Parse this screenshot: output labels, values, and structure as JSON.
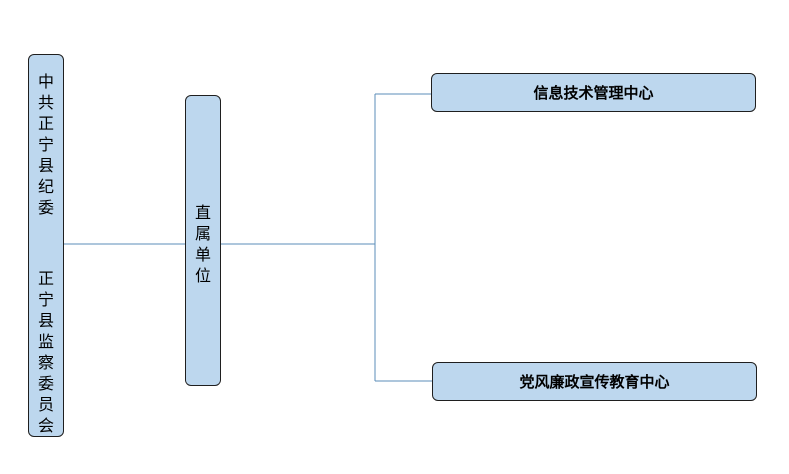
{
  "nodes": {
    "root": {
      "line1": "中共正宁县纪委",
      "line2": "正宁县监察委员会"
    },
    "middle": {
      "label": "直属单位"
    },
    "children": [
      {
        "label": "信息技术管理中心"
      },
      {
        "label": "党风廉政宣传教育中心"
      }
    ]
  },
  "colors": {
    "box_fill": "#bdd7ee",
    "box_border": "#1f1f1f",
    "connector": "#5b8db8"
  }
}
